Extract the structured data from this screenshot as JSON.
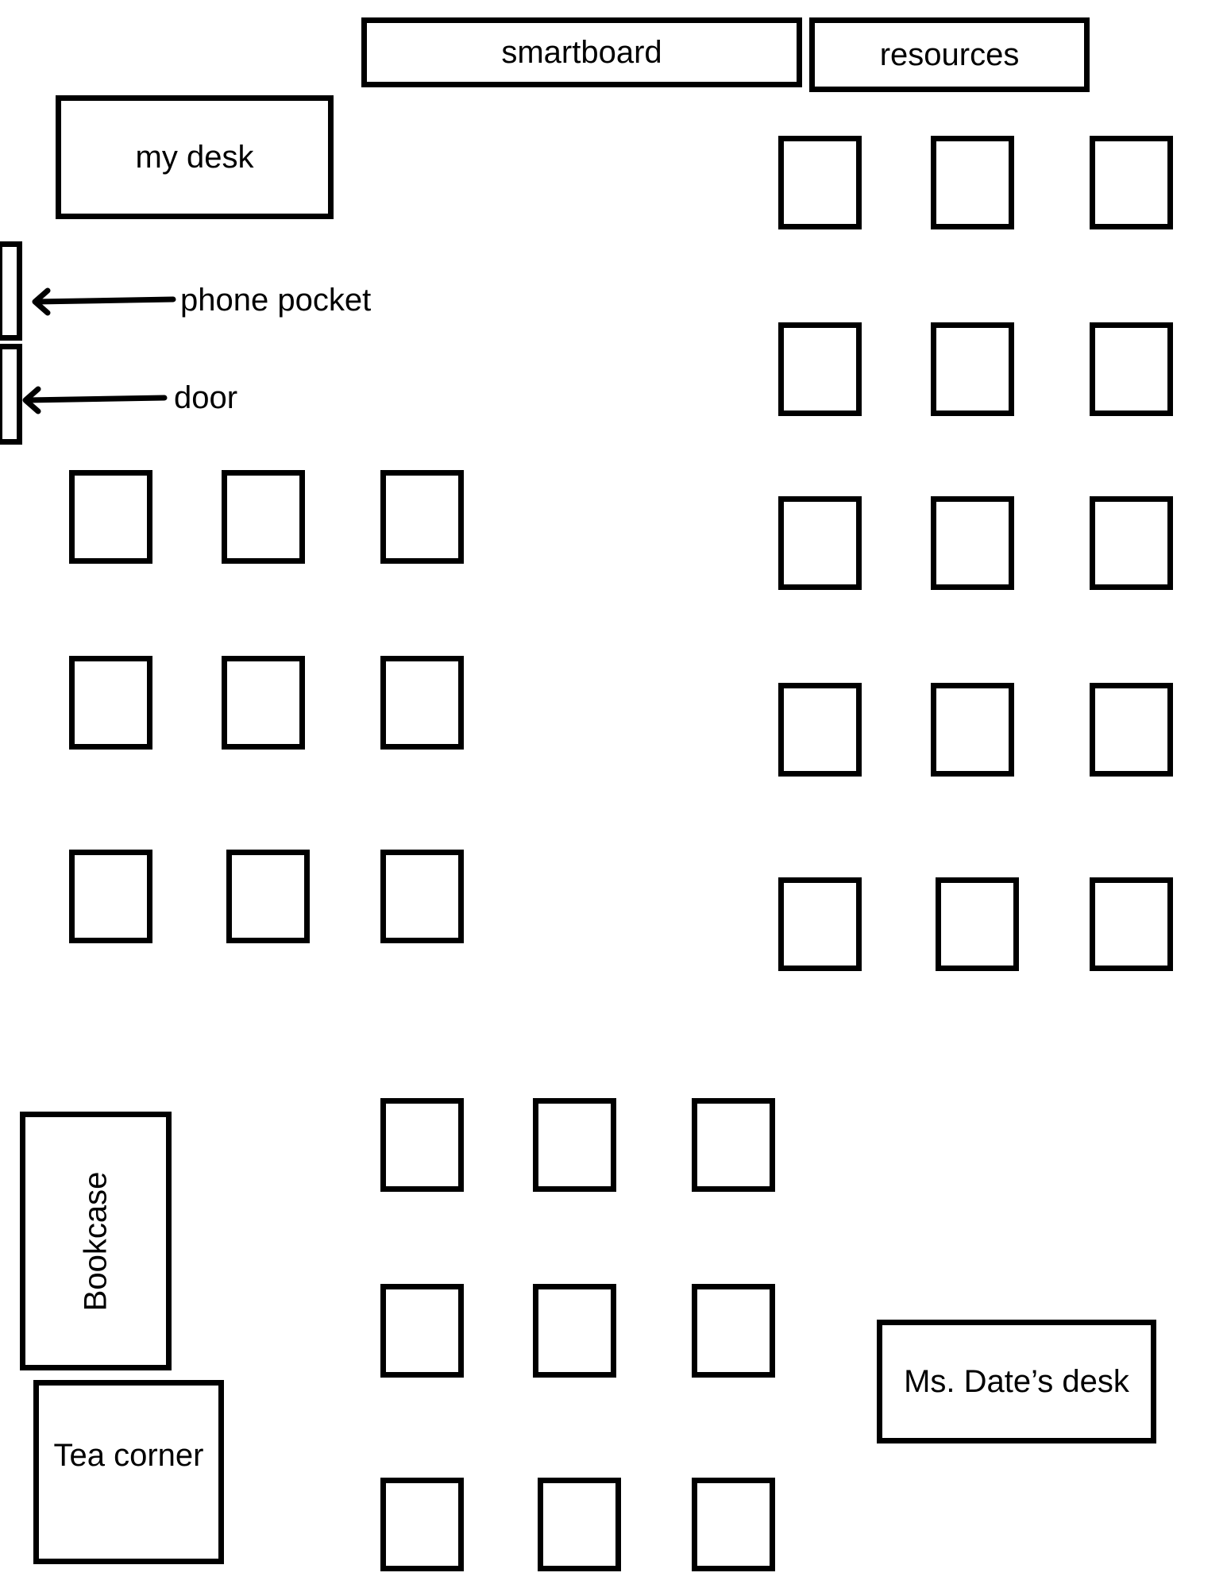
{
  "labels": {
    "smartboard": "smartboard",
    "resources": "resources",
    "my_desk": "my desk",
    "phone_pocket": "phone pocket",
    "door": "door",
    "bookcase": "Bookcase",
    "tea_corner": "Tea corner",
    "ms_date_desk": "Ms. Date’s desk"
  },
  "student_desk_groups": [
    {
      "name": "right-upper",
      "rows": 5,
      "cols": 3
    },
    {
      "name": "left-middle",
      "rows": 3,
      "cols": 3
    },
    {
      "name": "bottom-center",
      "rows": 3,
      "cols": 3
    }
  ],
  "colors": {
    "stroke": "#000000",
    "background": "#ffffff"
  }
}
